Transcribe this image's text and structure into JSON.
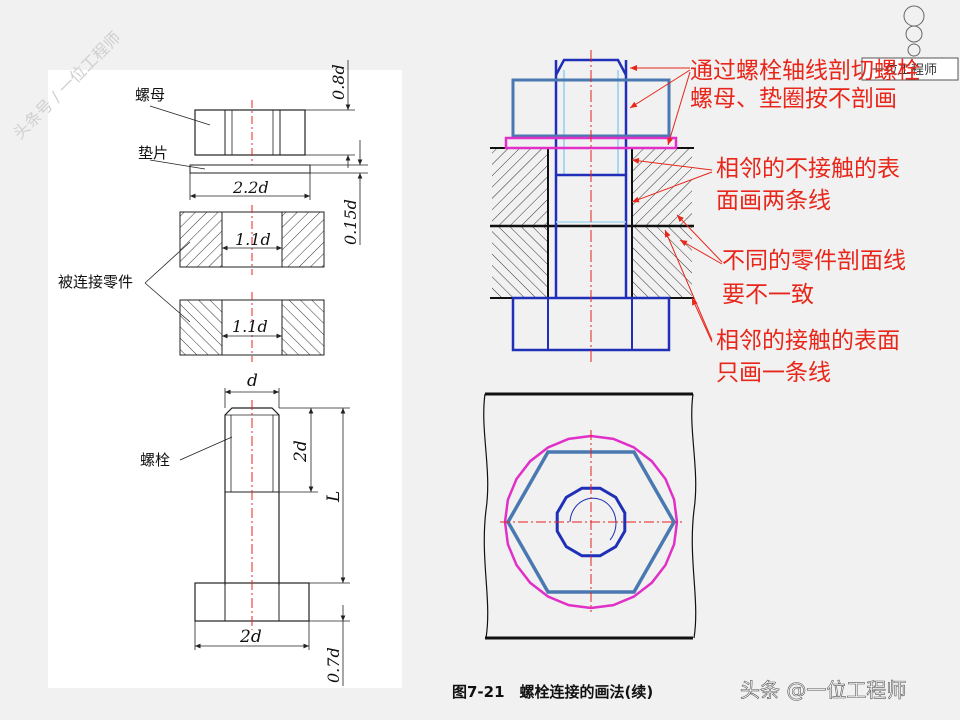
{
  "left_panel": {
    "label_nut": "螺母",
    "label_washer": "垫片",
    "label_parts": "被连接零件",
    "label_bolt": "螺栓",
    "dim_08d": "0.8d",
    "dim_015d": "0.15d",
    "dim_22d": "2.2d",
    "dim_11d_a": "1.1d",
    "dim_11d_b": "1.1d",
    "dim_d": "d",
    "dim_2d_v": "2d",
    "dim_L": "L",
    "dim_2d_h": "2d",
    "dim_07d": "0.7d"
  },
  "annotations": {
    "note1_line1": "通过螺栓轴线剖切螺栓",
    "note1_line2": "螺母、垫圈按不剖画",
    "note2_line1": "相邻的不接触的表",
    "note2_line2": "面画两条线",
    "note3_line1": "不同的零件剖面线",
    "note3_line2": "要不一致",
    "note4_line1": "相邻的接触的表面",
    "note4_line2": "只画一条线"
  },
  "caption": "图7-21　螺栓连接的画法(续)",
  "watermark": {
    "bottom": "头条 @一位工程师",
    "side": "头条号 / 一位工程师",
    "logo": "一位工程师"
  },
  "colors": {
    "annotation_red": "#e8261a",
    "bolt_blue": "#1f2fb8",
    "nut_steel": "#4a78b0",
    "washer_magenta": "#e030c8",
    "hatch": "#333333",
    "centerline": "#e82020",
    "light_cyan": "#a8d8f0"
  }
}
